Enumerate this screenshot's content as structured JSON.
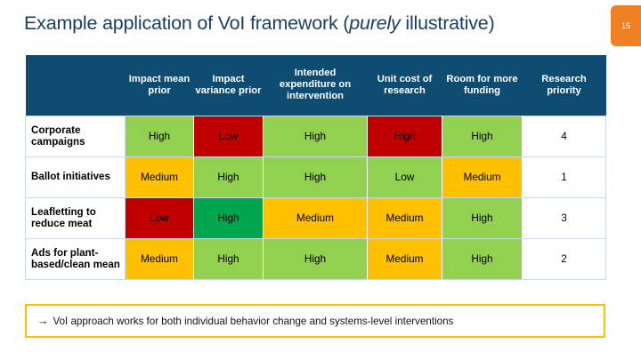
{
  "slide": {
    "page_number": "15",
    "title_before": "Example application of VoI framework (",
    "title_italic": "purely",
    "title_after": " illustrative)"
  },
  "table": {
    "columns": [
      {
        "label": ""
      },
      {
        "label": "Impact mean prior"
      },
      {
        "label": "Impact variance prior"
      },
      {
        "label": "Intended expenditure on intervention"
      },
      {
        "label": "Unit cost of research"
      },
      {
        "label": "Room for more funding"
      },
      {
        "label": "Research priority"
      }
    ],
    "rows": [
      {
        "label": "Corporate campaigns",
        "cells": [
          {
            "text": "High",
            "color": "#92D050"
          },
          {
            "text": "Low",
            "color": "#C00000"
          },
          {
            "text": "High",
            "color": "#92D050"
          },
          {
            "text": "High",
            "color": "#C00000"
          },
          {
            "text": "High",
            "color": "#92D050"
          }
        ],
        "priority": "4"
      },
      {
        "label": "Ballot initiatives",
        "cells": [
          {
            "text": "Medium",
            "color": "#FFC000"
          },
          {
            "text": "High",
            "color": "#92D050"
          },
          {
            "text": "High",
            "color": "#92D050"
          },
          {
            "text": "Low",
            "color": "#92D050"
          },
          {
            "text": "Medium",
            "color": "#FFC000"
          }
        ],
        "priority": "1"
      },
      {
        "label": "Leafletting to reduce meat",
        "cells": [
          {
            "text": "Low",
            "color": "#C00000"
          },
          {
            "text": "High",
            "color": "#00A550"
          },
          {
            "text": "Medium",
            "color": "#FFC000"
          },
          {
            "text": "Medium",
            "color": "#FFC000"
          },
          {
            "text": "High",
            "color": "#92D050"
          }
        ],
        "priority": "3"
      },
      {
        "label": "Ads for plant-based/clean mean",
        "cells": [
          {
            "text": "Medium",
            "color": "#FFC000"
          },
          {
            "text": "High",
            "color": "#92D050"
          },
          {
            "text": "High",
            "color": "#92D050"
          },
          {
            "text": "Medium",
            "color": "#FFC000"
          },
          {
            "text": "High",
            "color": "#92D050"
          }
        ],
        "priority": "2"
      }
    ]
  },
  "callout": {
    "arrow": "→",
    "text": "VoI approach works for both individual behavior change and systems-level interventions"
  },
  "colors": {
    "header_navy": "#0E4D71",
    "title_navy": "#1A3E5C",
    "badge_orange": "#EF8022",
    "callout_border": "#FFC000",
    "high_green": "#92D050",
    "strong_green": "#00A550",
    "medium_orange": "#FFC000",
    "low_red": "#C00000"
  }
}
